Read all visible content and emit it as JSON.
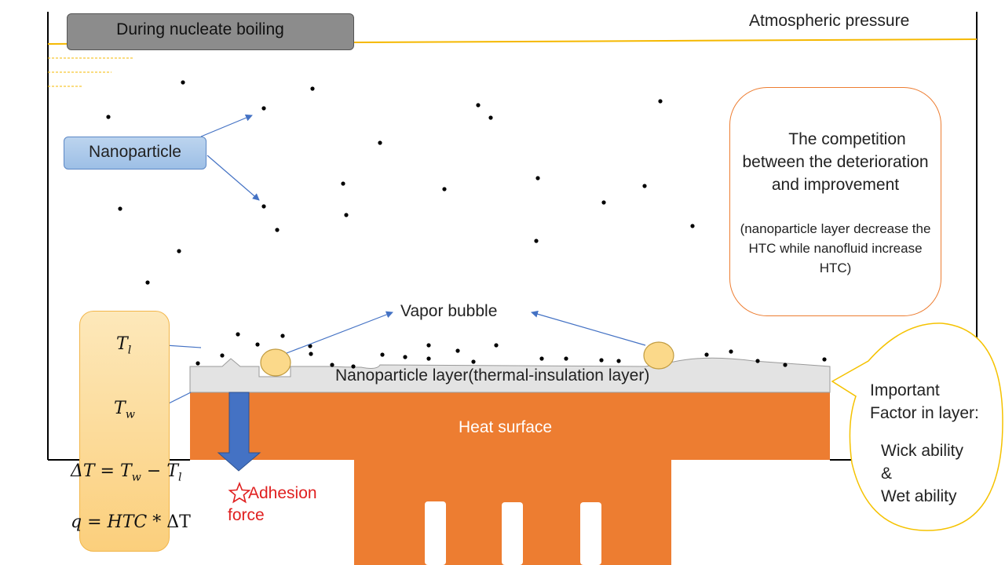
{
  "title": "During nucleate boiling",
  "pressure_label": "Atmospheric pressure",
  "nanoparticle_label": "Nanoparticle",
  "competition": {
    "heading": "The competition between the deterioration and improvement",
    "detail": "(nanoparticle layer decrease the HTC while nanofluid increase HTC)"
  },
  "vapor_bubble_label": "Vapor bubble",
  "layer_label": "Nanoparticle layer(thermal-insulation  layer)",
  "heat_surface_label": "Heat surface",
  "temperatures": {
    "tl_symbol": "T",
    "tl_sub": "l",
    "tw_symbol": "T",
    "tw_sub": "w"
  },
  "equations": {
    "delta_t": "ΔT = T",
    "delta_t_w": "w",
    "delta_t_minus": " − T",
    "delta_t_l": "l",
    "q_lhs": "q = HTC * ",
    "q_rhs": "ΔT"
  },
  "adhesion_label": "Adhesion",
  "adhesion_label_2": "force",
  "factors": {
    "heading_1": "Important",
    "heading_2": "Factor in layer:",
    "wick": "Wick ability",
    "amp": "&",
    "wet": "Wet ability"
  },
  "colors": {
    "heat": "#ed7d31",
    "layer": "#e3e3e3",
    "arrow": "#4472c4",
    "pressure_line": "#f5b800",
    "bubble": "#fbd98a",
    "adhesion": "#e02020"
  }
}
